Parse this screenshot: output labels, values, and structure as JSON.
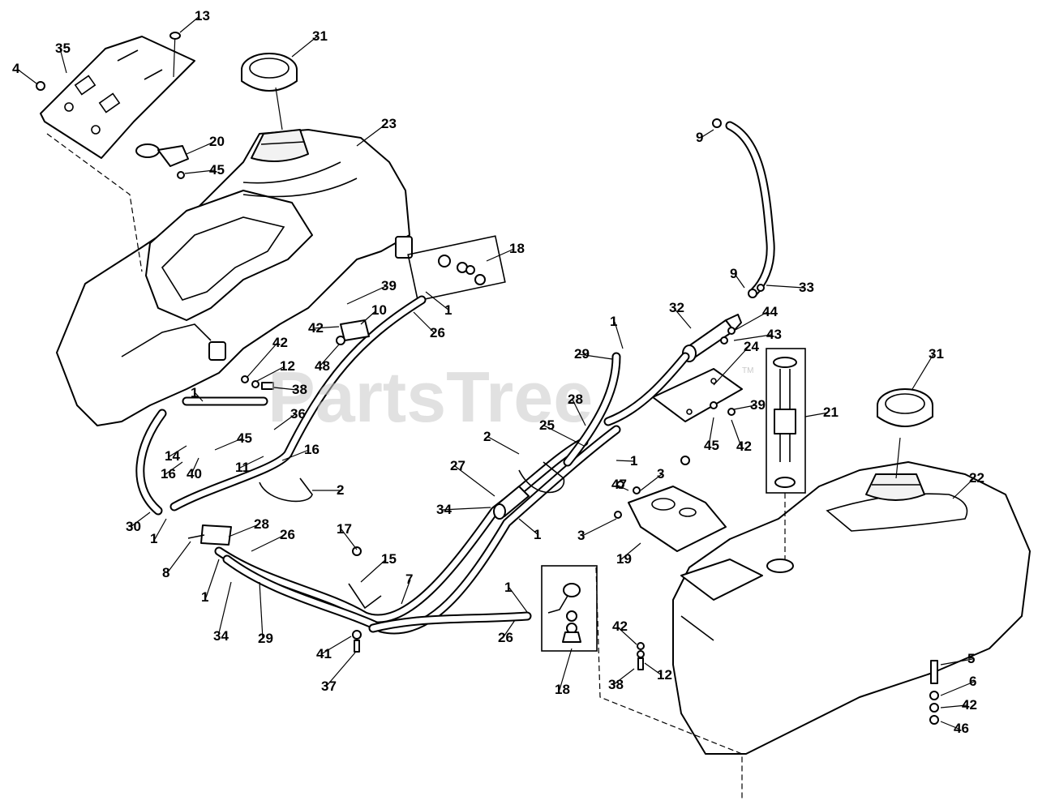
{
  "watermark": {
    "text": "PartsTree",
    "trademark": "TM"
  },
  "callouts": [
    "13",
    "31",
    "35",
    "4",
    "20",
    "45",
    "23",
    "9",
    "18",
    "39",
    "1",
    "42",
    "10",
    "26",
    "33",
    "32",
    "44",
    "43",
    "29",
    "12",
    "38",
    "48",
    "36",
    "16",
    "11",
    "14",
    "40",
    "2",
    "25",
    "28",
    "27",
    "3",
    "47",
    "34",
    "30",
    "8",
    "17",
    "15",
    "7",
    "19",
    "24",
    "21",
    "22",
    "37",
    "41",
    "5",
    "6",
    "46"
  ]
}
